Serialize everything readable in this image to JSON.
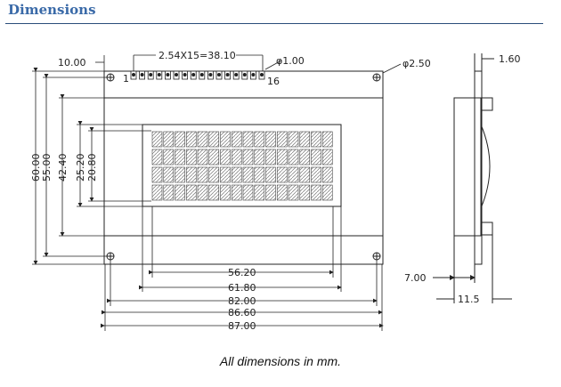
{
  "heading": "Dimensions",
  "dims": {
    "top_left": "10.00",
    "pitch": "2.54X15=38.10",
    "pin_dia": "φ1.00",
    "hole_dia": "φ2.50",
    "pin_first": "1",
    "pin_last": "16",
    "h60": "60.00",
    "h55": "55.00",
    "h42": "42.40",
    "h25": "25.20",
    "h20": "20.80",
    "w56": "56.20",
    "w61": "61.80",
    "w82": "82.00",
    "w86": "86.60",
    "w87": "87.00",
    "side_160": "1.60",
    "side_700": "7.00",
    "side_115": "11.5"
  },
  "caption": "All dimensions in mm.",
  "colors": {
    "heading": "#3a6aa8",
    "rule": "#2a4d7a",
    "lines": "#222222"
  }
}
